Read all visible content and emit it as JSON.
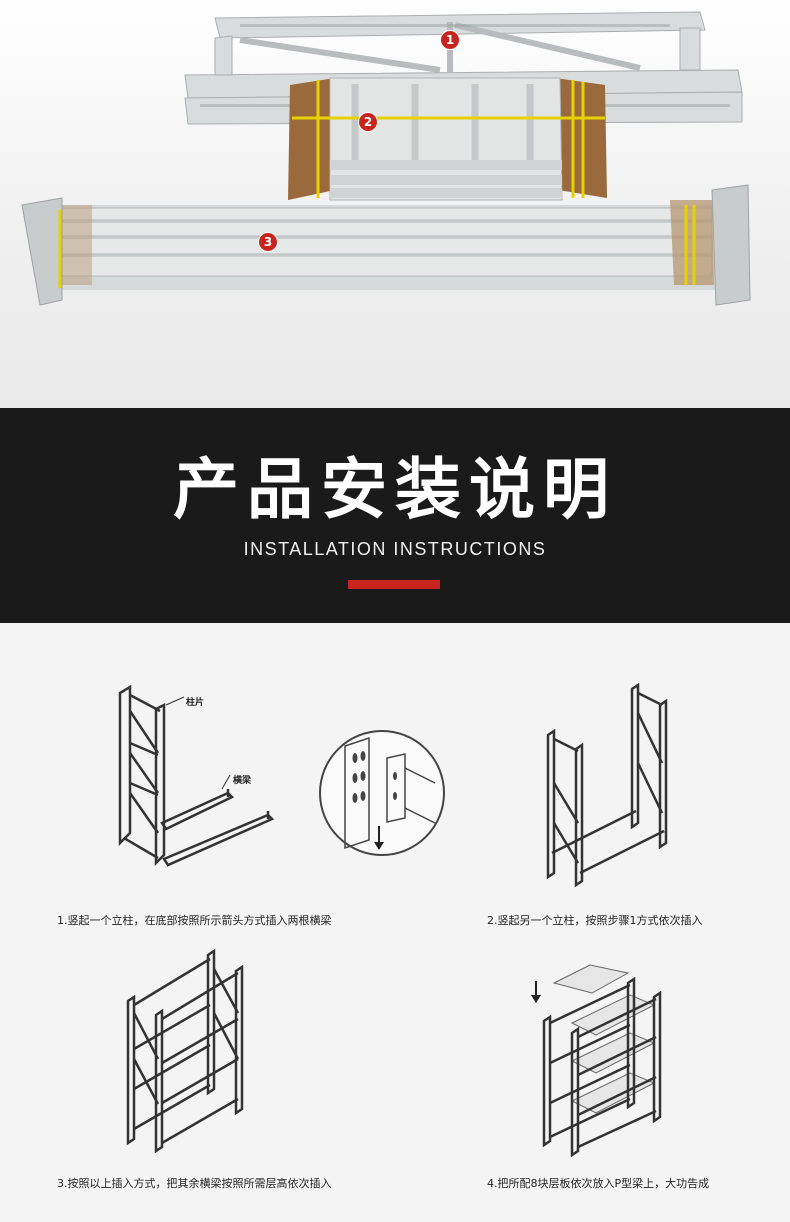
{
  "photo": {
    "markers": [
      "1",
      "2",
      "3"
    ]
  },
  "banner": {
    "title": "产品安装说明",
    "subtitle": "INSTALLATION INSTRUCTIONS"
  },
  "colors": {
    "accent": "#c8231f",
    "banner_bg": "#1a1a1a",
    "page_bg": "#f4f4f4"
  },
  "steps": {
    "step1": {
      "caption": "1.竖起一个立柱，在底部按照所示箭头方式插入两根横梁",
      "label_upright": "柱片",
      "label_beam": "横梁"
    },
    "step2": {
      "caption": "2.竖起另一个立柱，按照步骤1方式依次插入"
    },
    "step3": {
      "caption": "3.按照以上插入方式，把其余横梁按照所需层高依次插入"
    },
    "step4": {
      "caption": "4.把所配8块层板依次放入P型梁上，大功告成"
    }
  }
}
